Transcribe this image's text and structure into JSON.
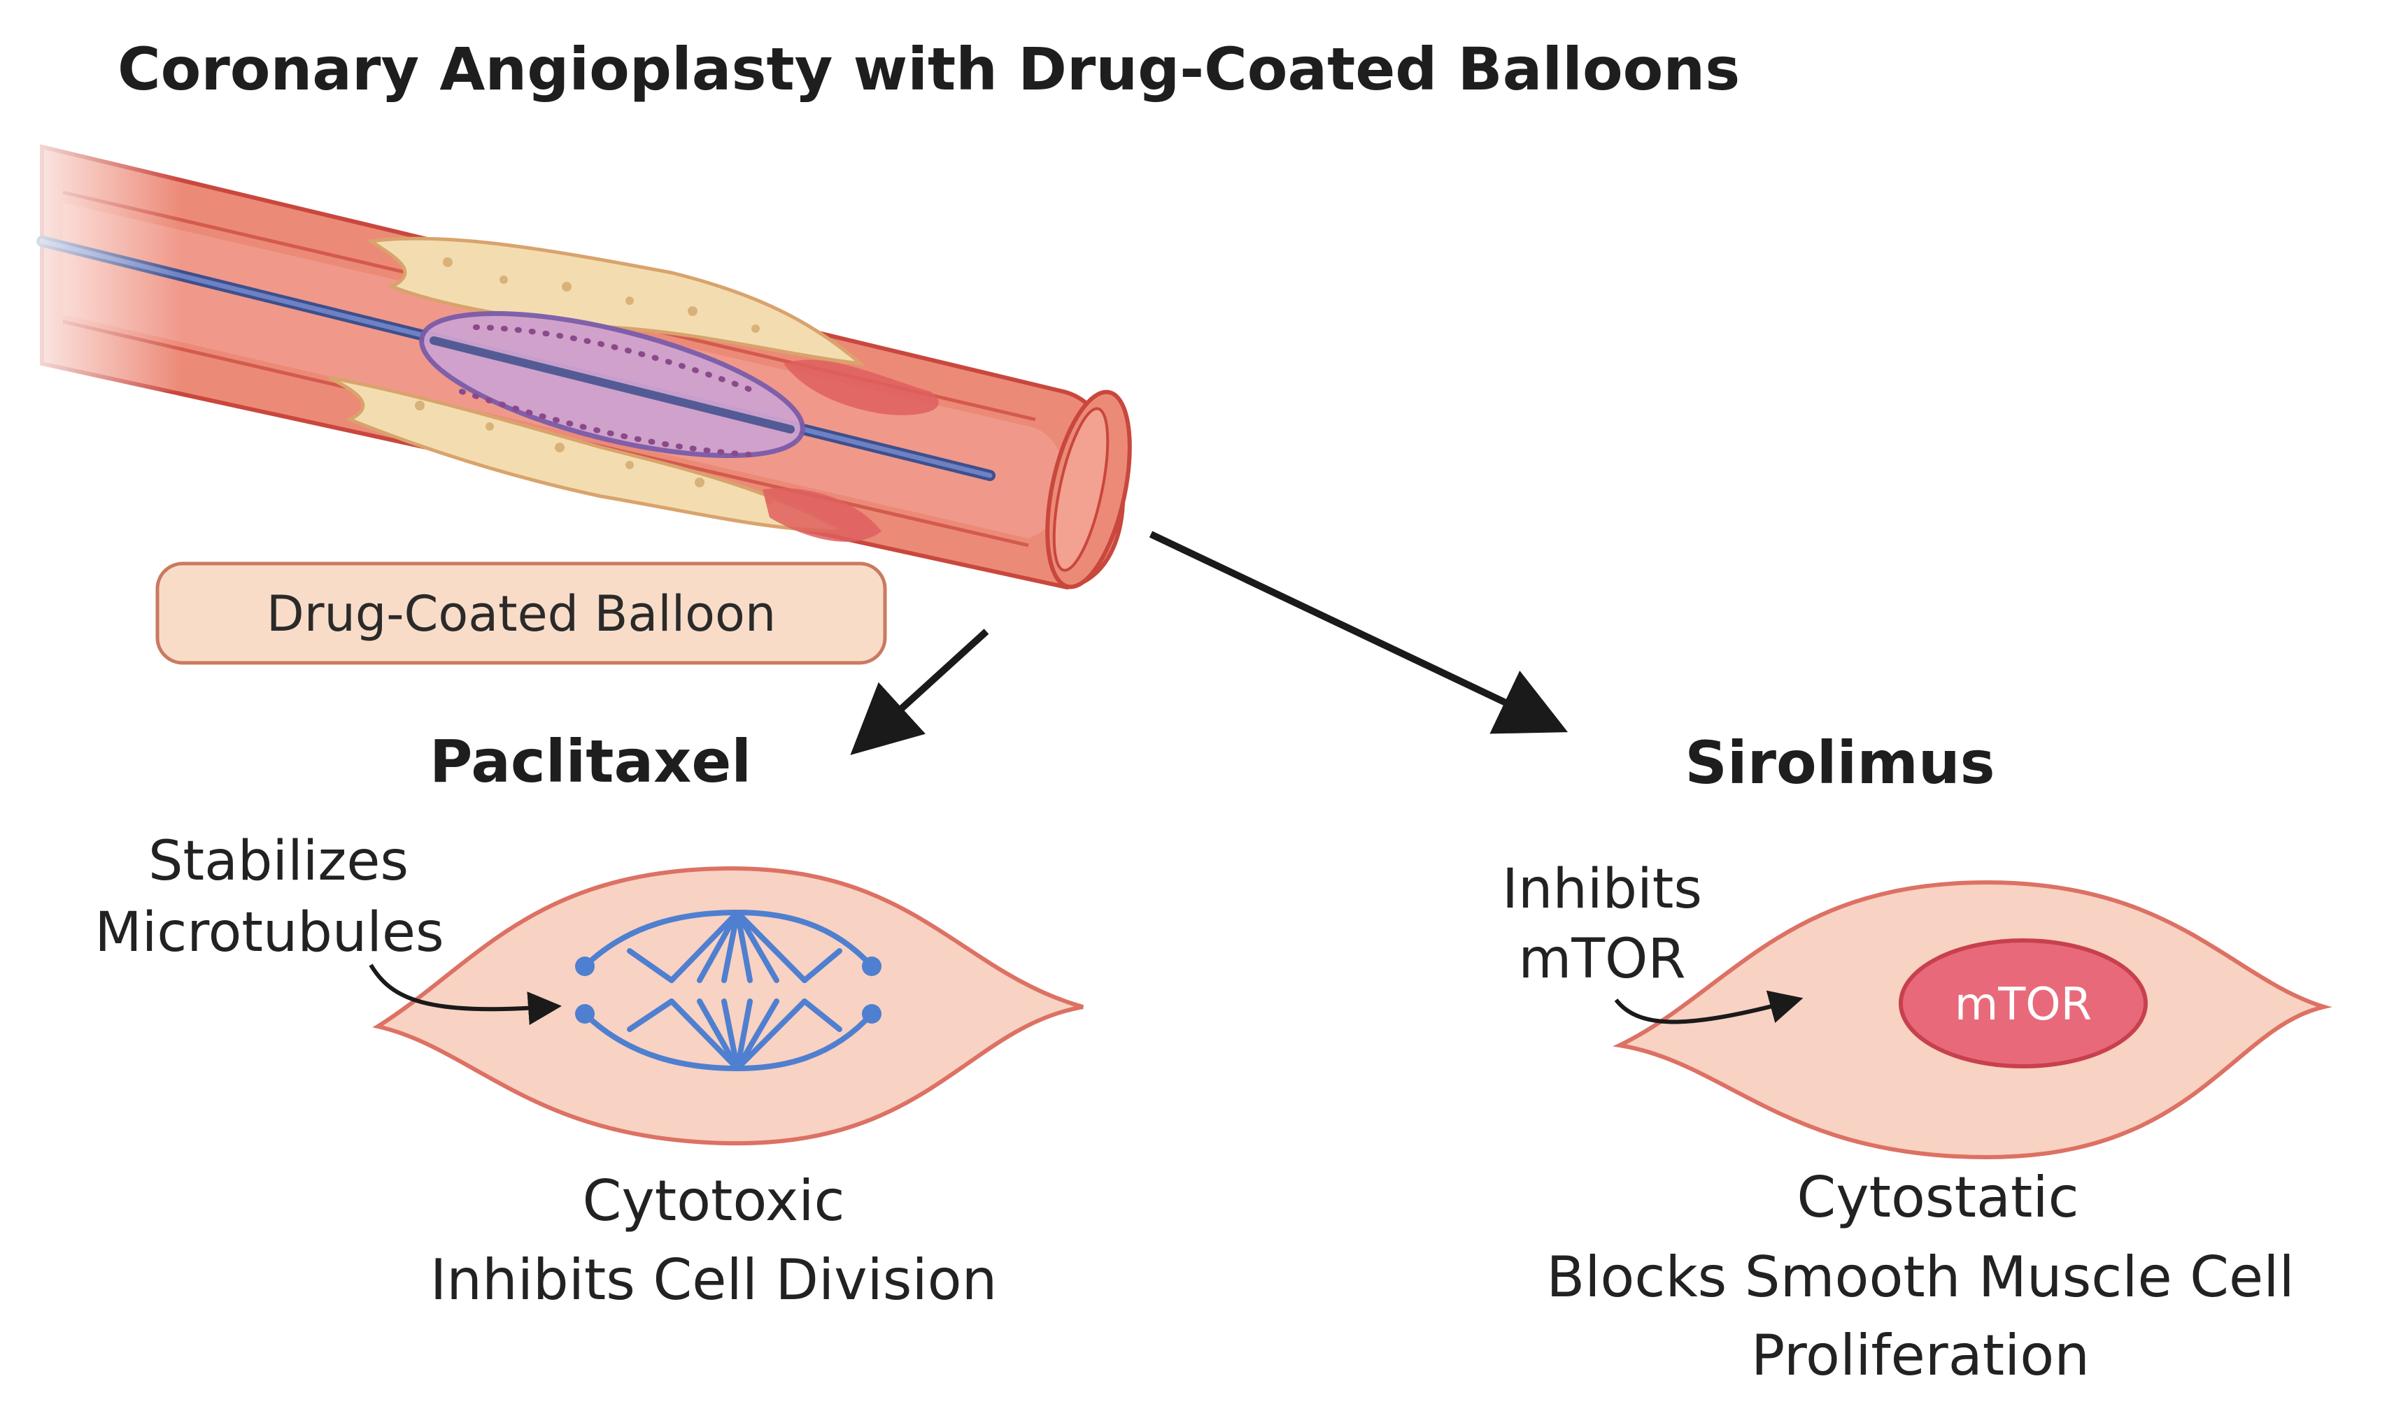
{
  "title": "Coronary Angioplasty with Drug-Coated Balloons",
  "balloon_label": "Drug-Coated Balloon",
  "colors": {
    "vessel": "#ec8a78",
    "vessel_outline": "#c9473d",
    "plaque": "#f3ddb0",
    "balloon": "#cfa2cf",
    "balloon_outline": "#7b5cab",
    "guidewire": "#4f64a6",
    "cell": "#f8d2c2",
    "cell_outline": "#dc7164",
    "spindle": "#4f7fd0",
    "mtor": "#e86a7a"
  },
  "paclitaxel": {
    "heading": "Paclitaxel",
    "annotation_line1": "Stabilizes",
    "annotation_line2": "Microtubules",
    "effect_line1": "Cytotoxic",
    "effect_line2": "Inhibits Cell Division"
  },
  "sirolimus": {
    "heading": "Sirolimus",
    "annotation_line1": "Inhibits",
    "annotation_line2": "mTOR",
    "target_label": "mTOR",
    "effect_line1": "Cytostatic",
    "effect_line2": "Blocks Smooth Muscle Cell",
    "effect_line3": "Proliferation"
  }
}
